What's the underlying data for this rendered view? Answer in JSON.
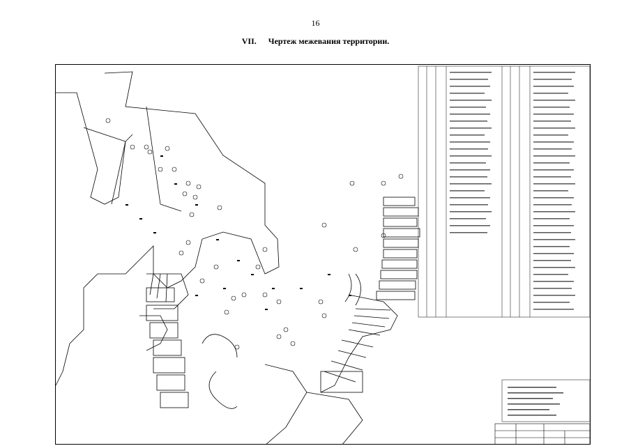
{
  "page": {
    "number": "16",
    "section_number": "VII.",
    "section_title": "Чертеж межевания территории."
  },
  "drawing": {
    "description_icon": "cadastral-plan-drawing",
    "line_color": "#000000",
    "background_color": "#ffffff"
  }
}
